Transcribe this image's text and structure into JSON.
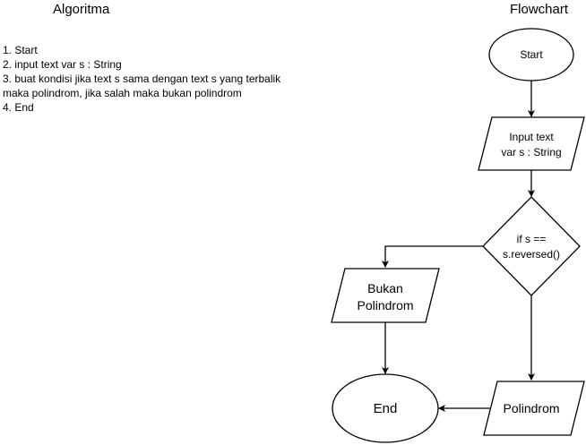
{
  "algorithm": {
    "heading": "Algoritma",
    "steps": [
      "1. Start",
      "2. input text var s : String",
      "3. buat kondisi jika text s sama dengan text s yang terbalik",
      "maka polindrom, jika salah maka bukan polindrom",
      "4. End"
    ]
  },
  "flowchart": {
    "heading": "Flowchart",
    "start": "Start",
    "input_line1": "Input text",
    "input_line2": "var s : String",
    "decision_line1": "if s ==",
    "decision_line2": "s.reversed()",
    "no_output_line1": "Bukan",
    "no_output_line2": "Polindrom",
    "yes_output": "Polindrom",
    "end": "End"
  }
}
